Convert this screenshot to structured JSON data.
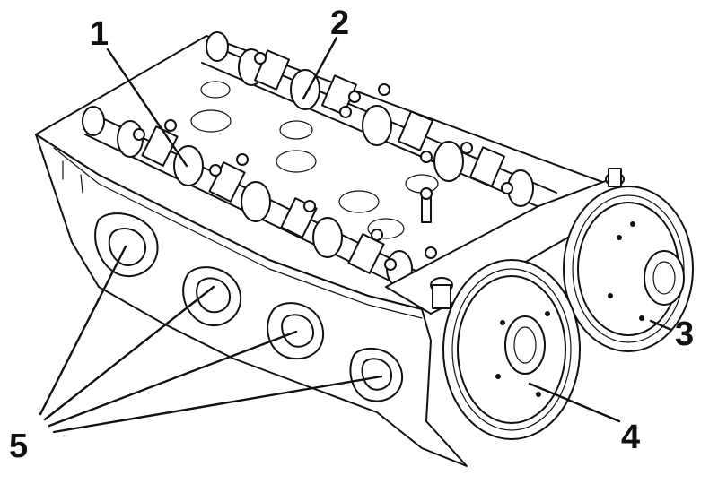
{
  "callouts": {
    "c1": "1",
    "c2": "2",
    "c3": "3",
    "c4": "4",
    "c5": "5"
  },
  "colors": {
    "ink": "#111111",
    "background": "#ffffff"
  }
}
